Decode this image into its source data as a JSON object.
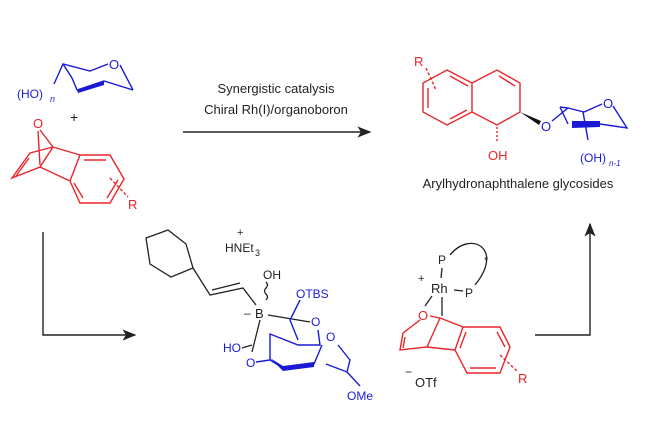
{
  "colors": {
    "substrate": "#e8262b",
    "sugar": "#1a1ad6",
    "text": "#222222"
  },
  "reagents": {
    "sugar_label": "(HO)",
    "sugar_subscript": "n",
    "ring_oxygen": "O",
    "plus": "+",
    "oxabicycle_bridge_oxygen": "O",
    "substituent": "R"
  },
  "conditions": {
    "line1": "Synergistic catalysis",
    "line2": "Chiral Rh(I)/organoboron"
  },
  "product": {
    "substituent": "R",
    "hydroxyl": "OH",
    "glycosidic_oxygen": "O",
    "ring_oxygen": "O",
    "sugar_label": "(OH)",
    "sugar_subscript": "n-1",
    "caption": "Arylhydronaphthalene glycosides"
  },
  "boronate": {
    "cation_charge": "+",
    "cation": "HNEt",
    "cation_subscript": "3",
    "boron": "B",
    "boron_charge": "–",
    "oh_top": "OH",
    "otbs": "OTBS",
    "ho": "HO",
    "o1": "O",
    "o2": "O",
    "o3": "O",
    "ome": "OMe"
  },
  "rh_complex": {
    "charge": "+",
    "metal": "Rh",
    "p_top": "P",
    "p_right": "P",
    "chiral_mark": "*",
    "oxygen": "O",
    "counterion_charge": "−",
    "counterion": "OTf",
    "substituent": "R"
  }
}
